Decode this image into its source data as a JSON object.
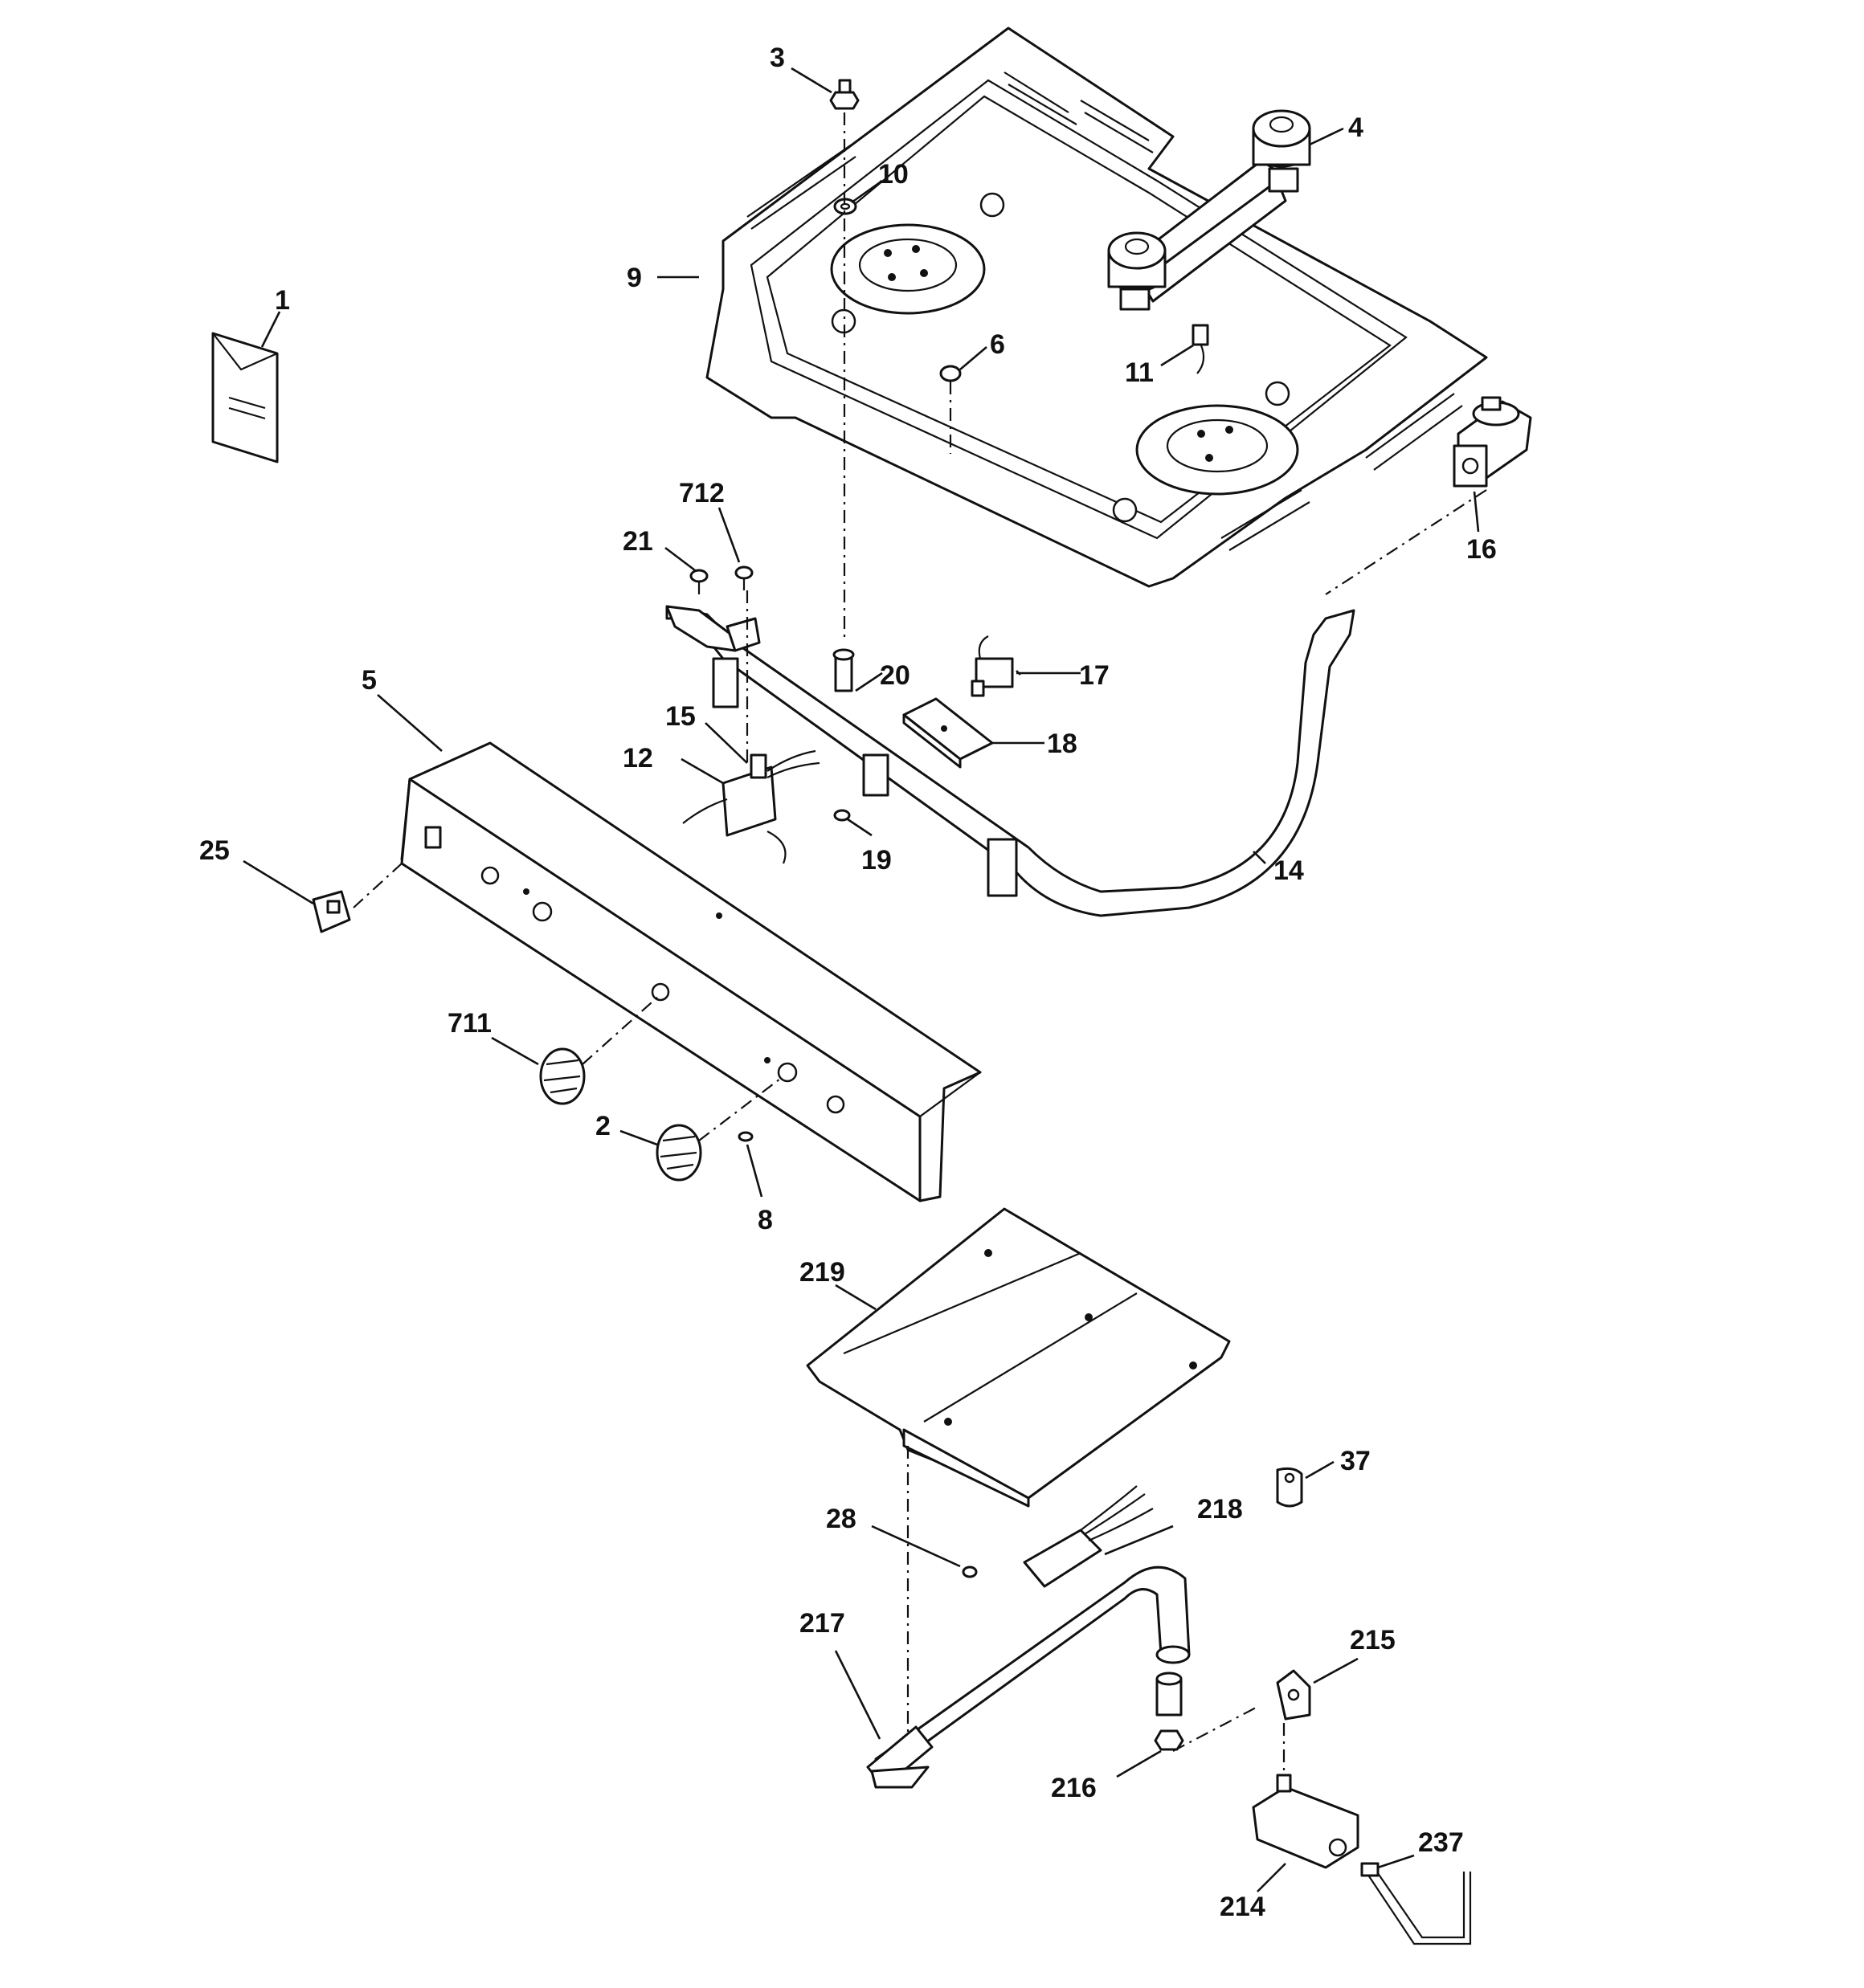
{
  "callouts": {
    "c1": "1",
    "c2": "2",
    "c3": "3",
    "c4": "4",
    "c5": "5",
    "c6": "6",
    "c8": "8",
    "c9": "9",
    "c10": "10",
    "c11": "11",
    "c12": "12",
    "c14": "14",
    "c15": "15",
    "c16": "16",
    "c17": "17",
    "c18": "18",
    "c19": "19",
    "c20": "20",
    "c21": "21",
    "c25": "25",
    "c28": "28",
    "c37": "37",
    "c214": "214",
    "c215": "215",
    "c216": "216",
    "c217": "217",
    "c218": "218",
    "c219": "219",
    "c237": "237",
    "c711": "711",
    "c712": "712"
  }
}
